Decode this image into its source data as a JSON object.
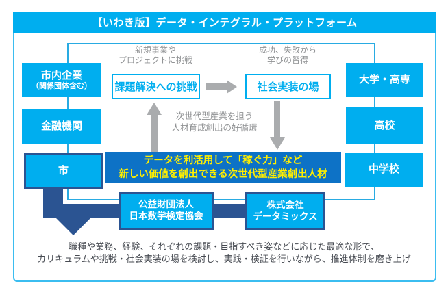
{
  "title": "【いわき版】データ・インテグラル・プラットフォーム",
  "colors": {
    "cyan": "#00aeef",
    "frame_border": "#3bbdf0",
    "inner_border": "#29abe2",
    "navy": "#2b5492",
    "talent_blue": "#0d72c6",
    "talent_text_yellow": "#ffef00",
    "caption_gray": "#8f9193",
    "arrow_gray": "#aaacae",
    "footer_text": "#474b52"
  },
  "left_column": [
    {
      "label": "市内企業",
      "sublabel": "（関係団体含む）"
    },
    {
      "label": "金融機関"
    },
    {
      "label": "市"
    }
  ],
  "right_column": [
    {
      "label": "大学・高専"
    },
    {
      "label": "高校"
    },
    {
      "label": "中学校"
    }
  ],
  "challenge_flow": {
    "left_caption1": "新規事業や",
    "left_caption2": "プロジェクトに挑戦",
    "left_box": "課題解決への挑戦",
    "right_caption1": "成功、失敗から",
    "right_caption2": "学びの習得",
    "right_box": "社会実装の場",
    "cycle_caption1": "次世代型産業を担う",
    "cycle_caption2": "人材育成創出の好循環"
  },
  "talent_box": {
    "line1": "データを利活用して「稼ぐ力」など",
    "line2": "新しい価値を創出できる次世代型産業創出人材"
  },
  "partners": [
    {
      "line1": "公益財団法人",
      "line2": "日本数学検定協会"
    },
    {
      "line1": "株式会社",
      "line2": "データミックス"
    }
  ],
  "footer": {
    "line1": "職種や業務、経験、それぞれの課題・目指すべき姿などに応じた最適な形で、",
    "line2": "カリキュラムや挑戦・社会実装の場を検討し、実践・検証を行いながら、推進体制を磨き上げ"
  }
}
